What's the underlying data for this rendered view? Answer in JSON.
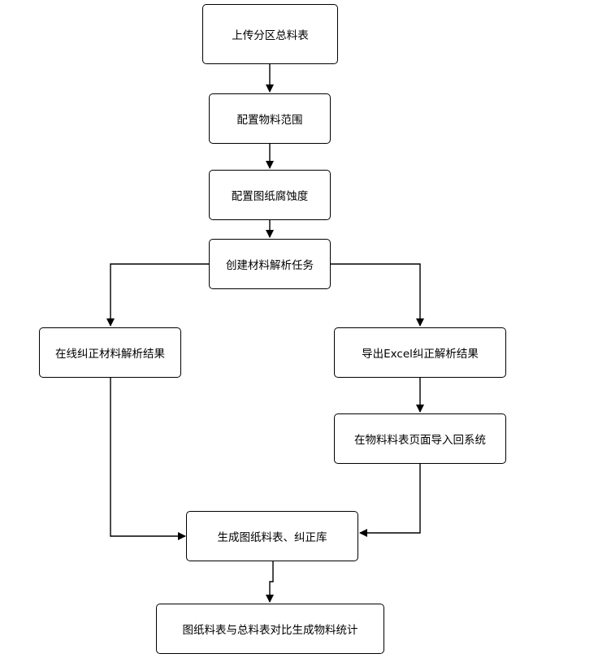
{
  "diagram": {
    "nodes": {
      "upload": "上传分区总料表",
      "material_range": "配置物料范围",
      "corrosion": "配置图纸腐蚀度",
      "create_task": "创建材料解析任务",
      "online_fix": "在线纠正材料解析结果",
      "export_excel": "导出Excel纠正解析结果",
      "import_back": "在物料料表页面导入回系统",
      "generate": "生成图纸料表、纠正库",
      "compare": "图纸料表与总料表对比生成物料统计"
    },
    "edge_color": "#000000"
  }
}
